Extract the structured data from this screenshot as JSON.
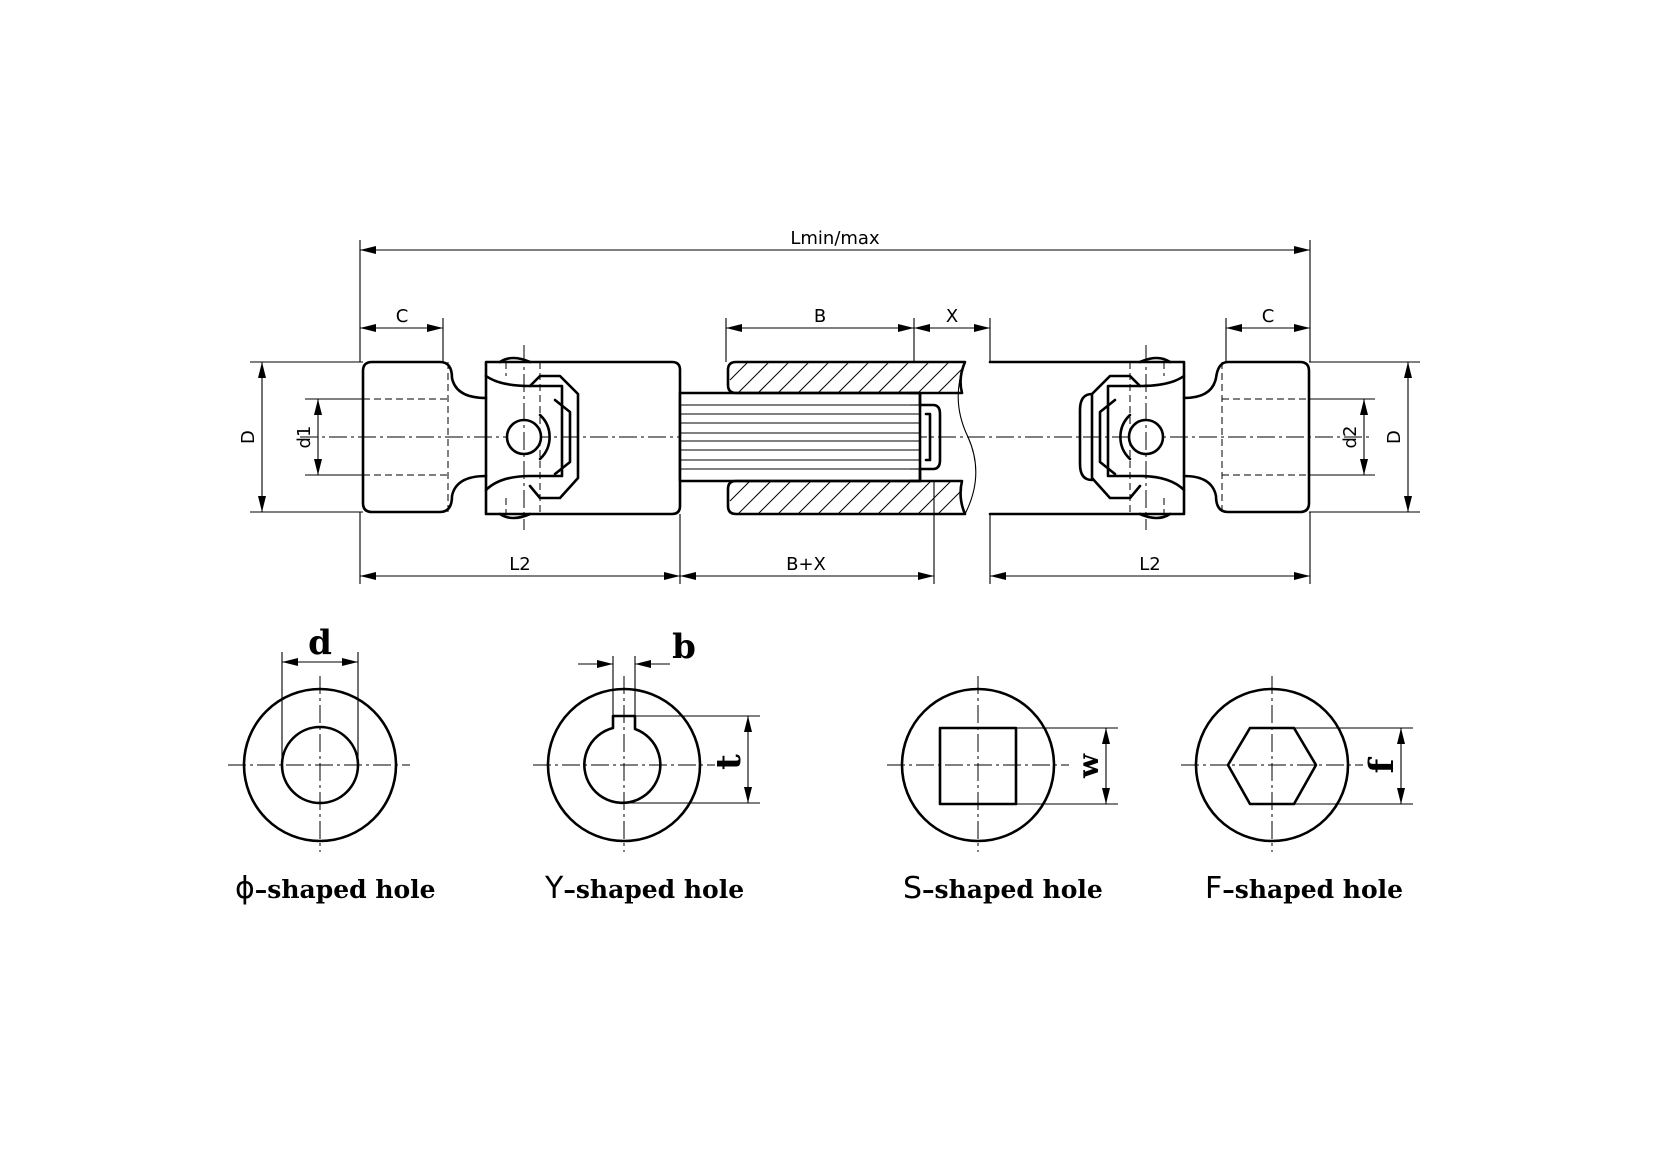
{
  "shaft_dimensions": {
    "overall": "Lmin/max",
    "c_left": "C",
    "c_right": "C",
    "b": "B",
    "x": "X",
    "d_left": "D",
    "d_right": "D",
    "d1": "d1",
    "d2": "d2",
    "l2_left": "L2",
    "l2_right": "L2",
    "bx": "B+X"
  },
  "hole_types": [
    {
      "dim": "d",
      "symbol": "ϕ",
      "caption": "–shaped hole"
    },
    {
      "dim": "b",
      "dim2": "t",
      "symbol": "Y",
      "caption": "–shaped hole"
    },
    {
      "dim": "w",
      "symbol": "S",
      "caption": "–shaped hole"
    },
    {
      "dim": "f",
      "symbol": "F",
      "caption": "–shaped hole"
    }
  ]
}
